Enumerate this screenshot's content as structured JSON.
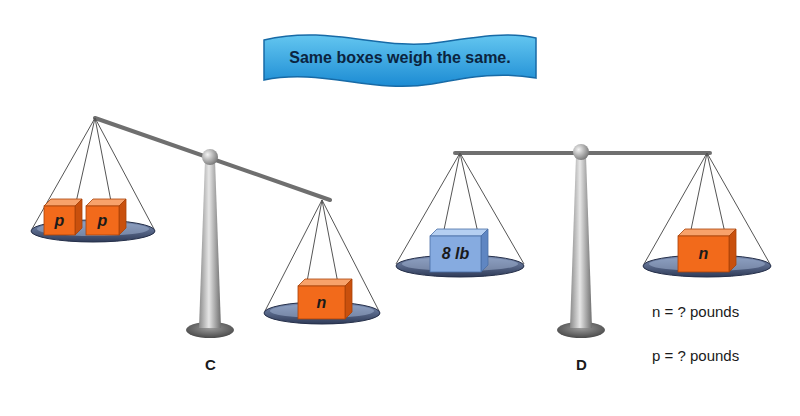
{
  "diagram": {
    "nodes": [
      {
        "text": [
          "Same boxes weigh the same."
        ]
      },
      {
        "text": [
          "p"
        ]
      },
      {
        "text": [
          "p"
        ]
      },
      {
        "text": [
          "n"
        ]
      },
      {
        "text": [
          "8 lb"
        ]
      },
      {
        "text": [
          "n"
        ]
      }
    ],
    "labels": [
      "C",
      "D",
      "n = ? pounds",
      "p = ? pounds"
    ]
  }
}
